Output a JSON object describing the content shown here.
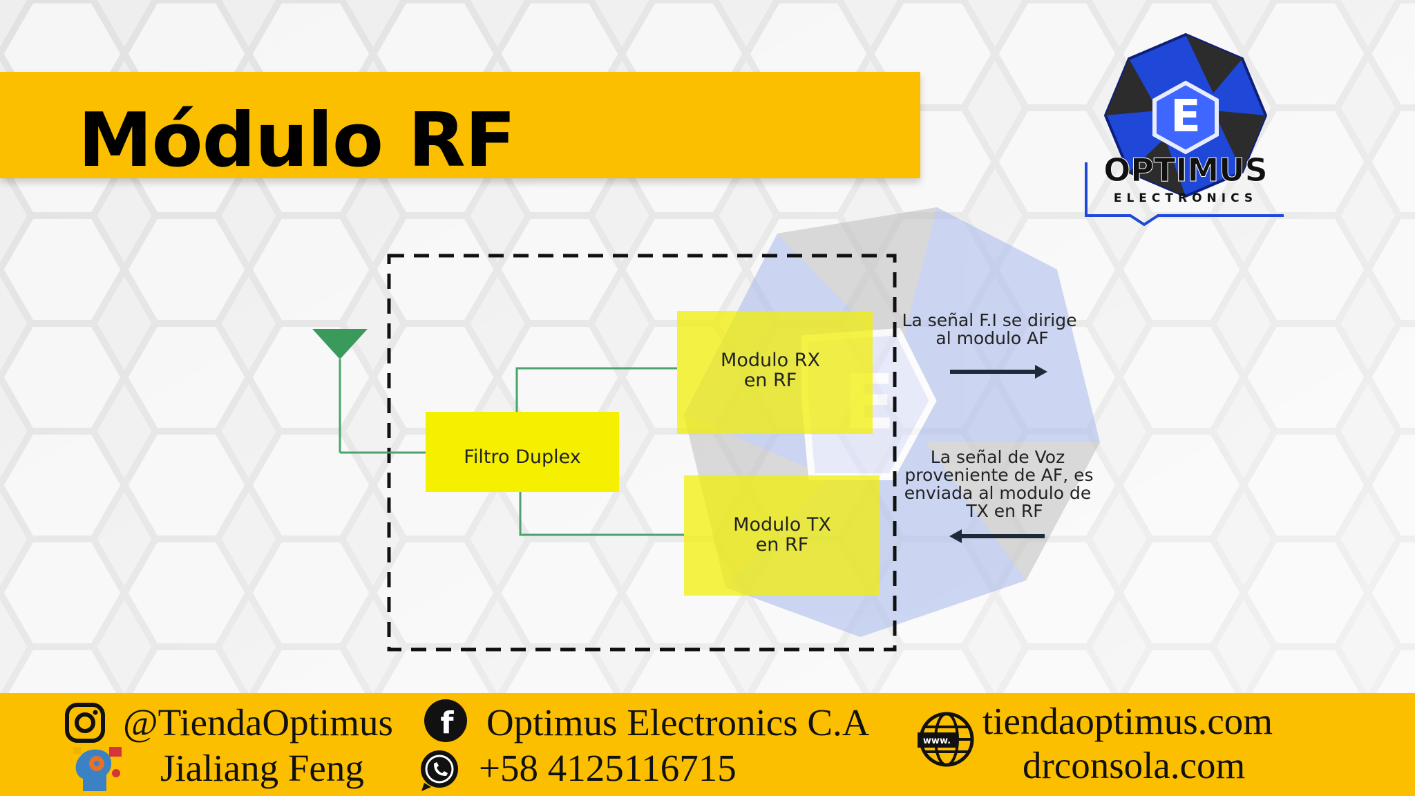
{
  "slide": {
    "title": "Módulo RF"
  },
  "brand": {
    "name": "OPTIMUS",
    "sub": "ELECTRONICS",
    "logo_letter": "E"
  },
  "diagram": {
    "filter_label": "Filtro Duplex",
    "rx_label_line1": "Modulo RX",
    "rx_label_line2": "en RF",
    "tx_label_line1": "Modulo TX",
    "tx_label_line2": "en RF",
    "note_top": [
      "La señal F.I se dirige",
      "al modulo AF"
    ],
    "note_bottom": [
      "La señal de Voz",
      "proveniente de AF, es",
      "enviada al modulo de",
      "TX en RF"
    ]
  },
  "footer": {
    "instagram": "@TiendaOptimus",
    "facebook": "Optimus Electronics C.A",
    "website1": "tiendaoptimus.com",
    "name": "Jialiang Feng",
    "phone": "+58 4125116715",
    "website2": "drconsola.com",
    "www_label": "www."
  },
  "colors": {
    "accent_yellow": "#fcbf00",
    "box_yellow": "#f5f000",
    "line_green": "#4aa36a",
    "antenna_green": "#3a9a5c",
    "logo_blue": "#1f47d8"
  },
  "icons": [
    "instagram-icon",
    "facebook-icon",
    "whatsapp-icon",
    "globe-icon",
    "brain-gear-icon",
    "antenna-icon"
  ]
}
